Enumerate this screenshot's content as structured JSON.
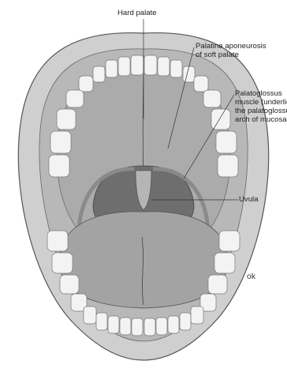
{
  "labels": {
    "hard_palate": "Hard palate",
    "palatine_aponeurosis": [
      "Palatine aponeurosis",
      "of soft palate"
    ],
    "palatoglossus": [
      "Palatoglossus",
      "muscle (underlies",
      "the palatoglossus",
      "arch of mucosa)"
    ],
    "uvula": "Uvula",
    "ok": "ok"
  },
  "colors": {
    "lip": "#c9c9c9",
    "palate": "#a9a9a9",
    "tongue": "#9f9f9f",
    "throat": "#666666",
    "teeth": "#f2f2f2"
  }
}
